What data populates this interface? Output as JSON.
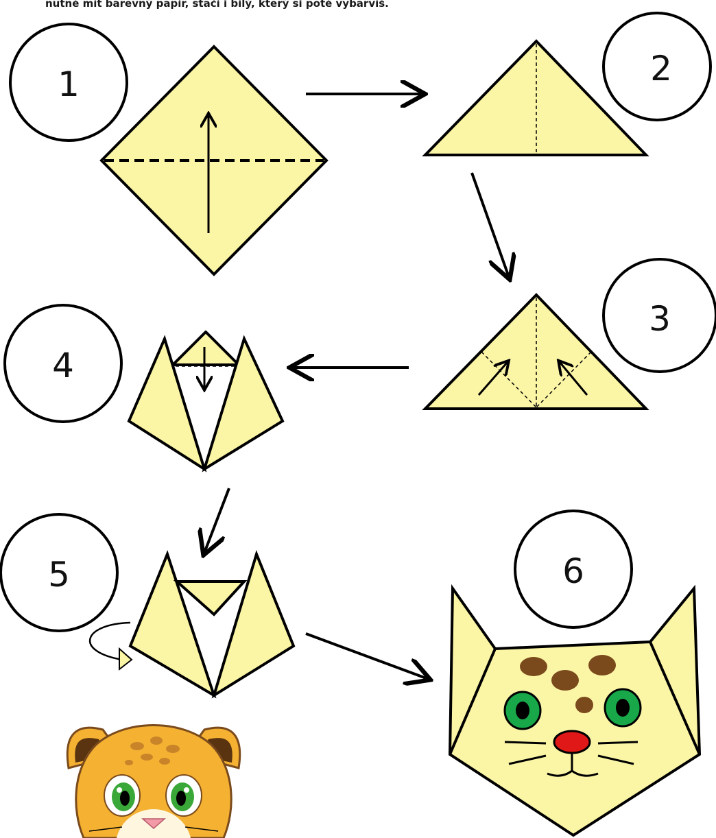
{
  "intro_text": "nutné mít barevný papír, stačí i bílý, který si poté vybarvíš.",
  "steps": [
    {
      "number": "1"
    },
    {
      "number": "2"
    },
    {
      "number": "3"
    },
    {
      "number": "4"
    },
    {
      "number": "5"
    },
    {
      "number": "6"
    }
  ],
  "colors": {
    "paper": "#fbf5a6",
    "outline": "#000000",
    "spots": "#7a4a1c",
    "eye_iris": "#18a84a",
    "nose": "#e01818",
    "cartoon_fur": "#f4b132"
  }
}
